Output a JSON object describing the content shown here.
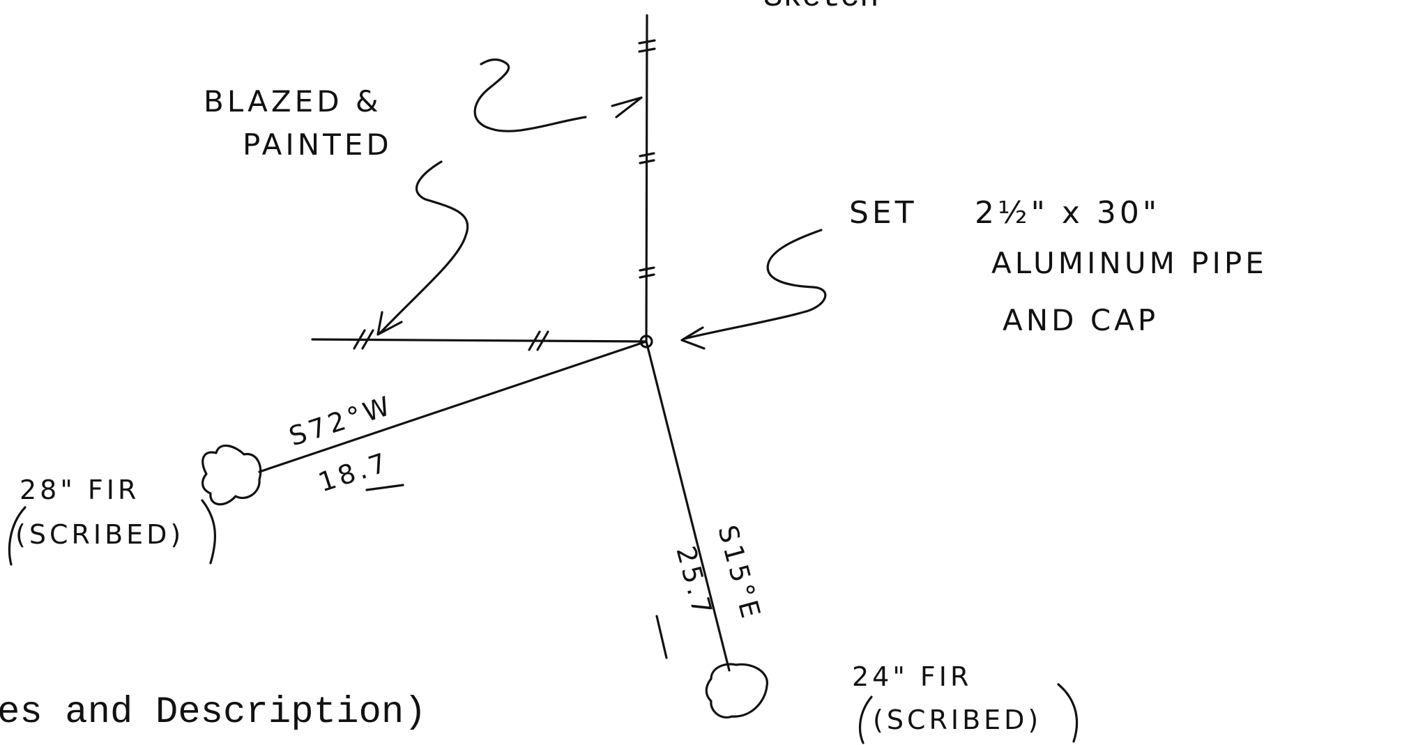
{
  "top_label_fragment": "Sketch",
  "caption_fragment": "es and Description)",
  "labels": {
    "blazed": "BLAZED &",
    "painted": "PAINTED",
    "set": "SET",
    "pipe_size": "2½\" x 30\"",
    "aluminum_pipe": "ALUMINUM PIPE",
    "and_cap": "AND CAP",
    "fir_28": "28\" FIR",
    "scribed_28": "(SCRIBED)",
    "fir_24": "24\" FIR",
    "scribed_24": "(SCRIBED)"
  },
  "bearings": {
    "west_tree_bearing": "S72°W",
    "west_tree_distance": "18.7",
    "east_tree_bearing": "S15°E",
    "east_tree_distance": "25.7"
  },
  "colors": {
    "ink": "#111111",
    "paper": "#ffffff"
  }
}
